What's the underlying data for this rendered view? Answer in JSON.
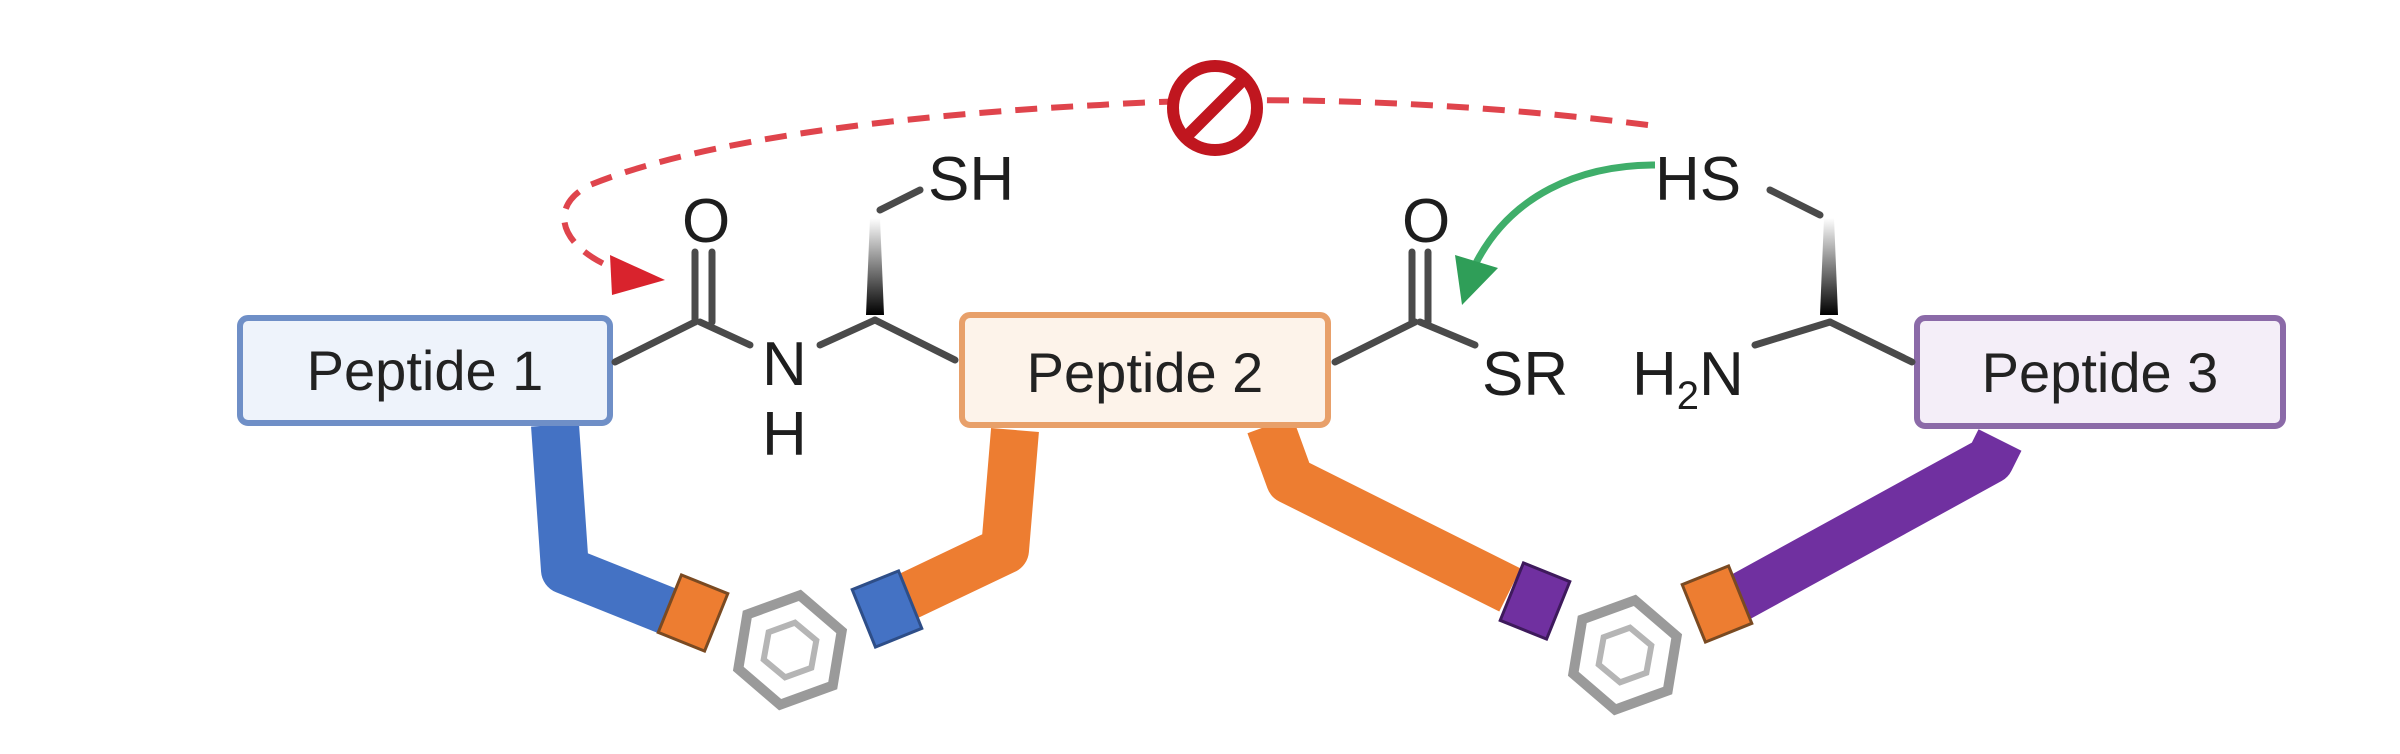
{
  "peptides": [
    {
      "label": "Peptide 1",
      "color": "#4472c4",
      "border": "#6f8fc7",
      "fill": "#eef3fb"
    },
    {
      "label": "Peptide 2",
      "color": "#ed7d31",
      "border": "#e8a06a",
      "fill": "#fdf3ea"
    },
    {
      "label": "Peptide 3",
      "color": "#7030a0",
      "border": "#8b6aa8",
      "fill": "#f4eef8"
    }
  ],
  "atoms": {
    "o_left": "O",
    "n_amide": "N",
    "h_amide": "H",
    "sh_cys": "SH",
    "o_right": "O",
    "sr_thioester": "SR",
    "h2n_h": "H",
    "h2n_sub": "2",
    "h2n_n": "N",
    "hs_cys": "HS"
  },
  "arrows": {
    "blocked_color": "#d9232d",
    "allowed_color": "#3fae6a"
  },
  "icons": {
    "blocked": "prohibited-icon",
    "linker": "cyclic-linker-icon"
  }
}
